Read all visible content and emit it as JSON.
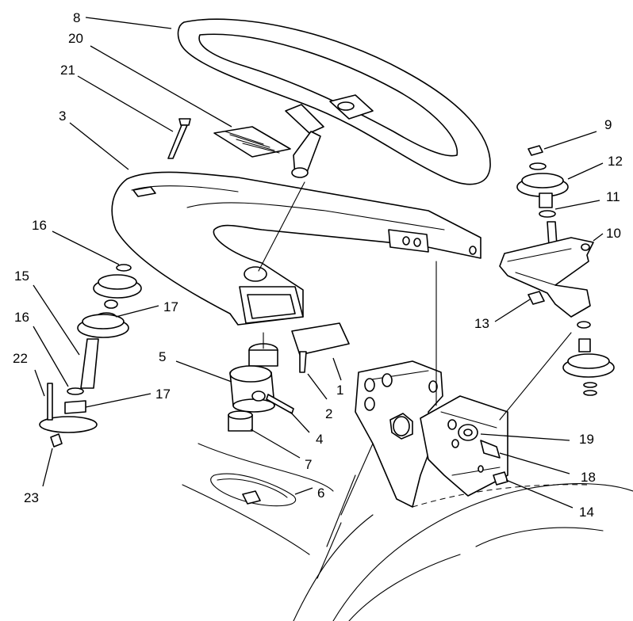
{
  "callouts": [
    {
      "id": "c1",
      "label": "1"
    },
    {
      "id": "c2",
      "label": "2"
    },
    {
      "id": "c3",
      "label": "3"
    },
    {
      "id": "c4",
      "label": "4"
    },
    {
      "id": "c5",
      "label": "5"
    },
    {
      "id": "c6",
      "label": "6"
    },
    {
      "id": "c7",
      "label": "7"
    },
    {
      "id": "c8",
      "label": "8"
    },
    {
      "id": "c9",
      "label": "9"
    },
    {
      "id": "c10",
      "label": "10"
    },
    {
      "id": "c11",
      "label": "11"
    },
    {
      "id": "c12",
      "label": "12"
    },
    {
      "id": "c13",
      "label": "13"
    },
    {
      "id": "c14",
      "label": "14"
    },
    {
      "id": "c15",
      "label": "15"
    },
    {
      "id": "c16a",
      "label": "16"
    },
    {
      "id": "c16b",
      "label": "16"
    },
    {
      "id": "c17a",
      "label": "17"
    },
    {
      "id": "c17b",
      "label": "17"
    },
    {
      "id": "c18",
      "label": "18"
    },
    {
      "id": "c19",
      "label": "19"
    },
    {
      "id": "c20",
      "label": "20"
    },
    {
      "id": "c21",
      "label": "21"
    },
    {
      "id": "c22",
      "label": "22"
    },
    {
      "id": "c23",
      "label": "23"
    }
  ]
}
